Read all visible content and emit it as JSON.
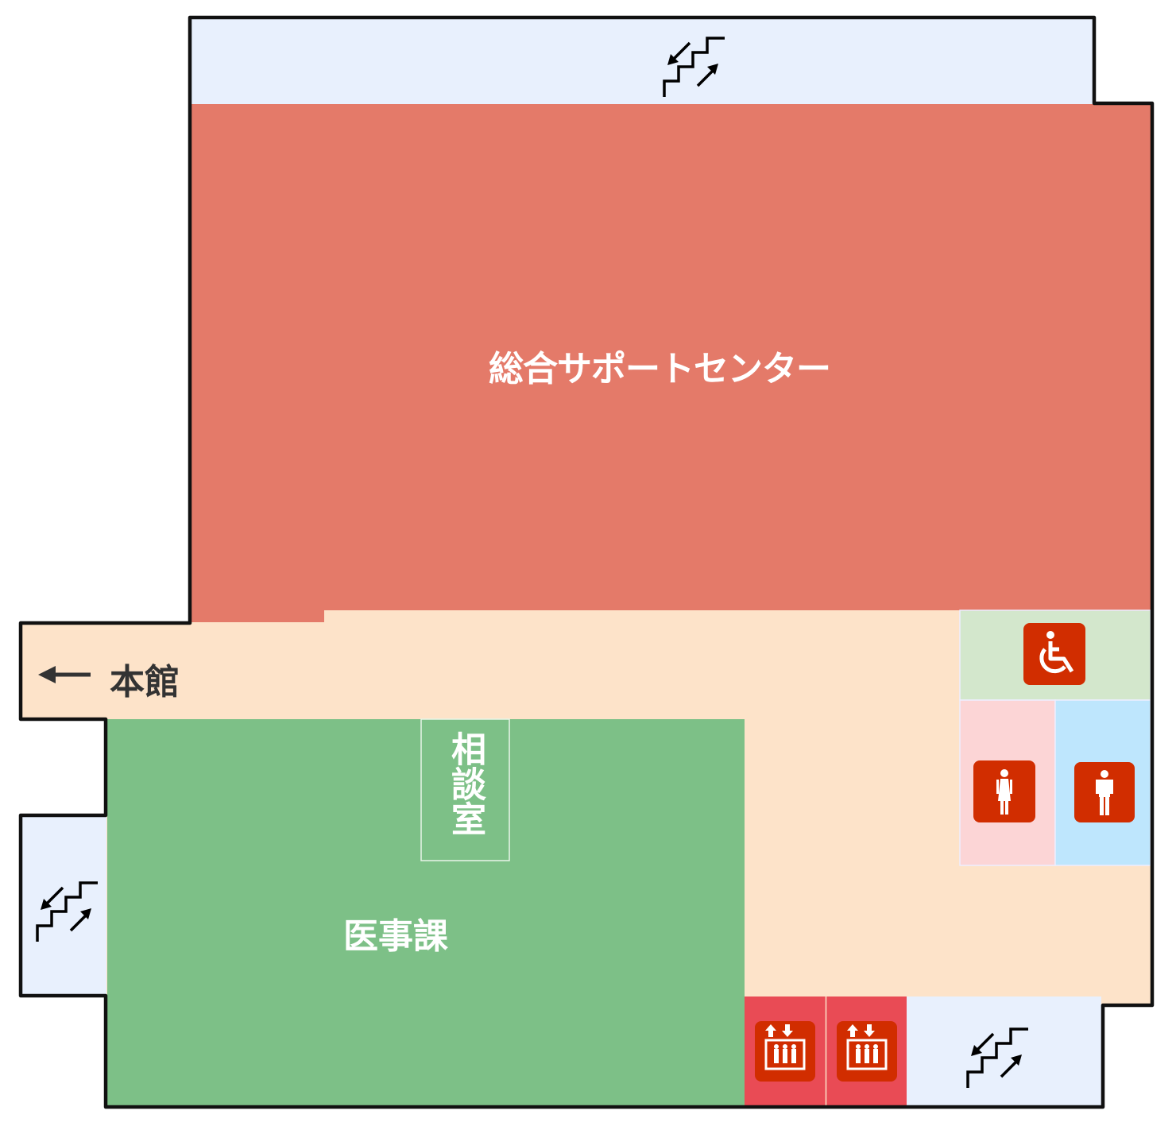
{
  "map": {
    "rooms": {
      "support_center": "総合サポートセンター",
      "medical_affairs": "医事課",
      "consultation_room": "相談室"
    },
    "directions": {
      "main_building": "本館",
      "main_building_arrow": "left-arrow-icon"
    },
    "facilities": [
      "stairs-icon",
      "stairs-icon",
      "stairs-icon",
      "accessible-toilet-icon",
      "womens-toilet-icon",
      "mens-toilet-icon",
      "elevator-icon",
      "elevator-icon"
    ],
    "colors": {
      "support_center": "#e47a69",
      "medical_affairs": "#7dc087",
      "corridor": "#fde3c9",
      "stairs": "#e8f0fd",
      "accessible_toilet": "#d3e7cc",
      "womens_toilet": "#fcd5d6",
      "mens_toilet": "#bee6fd",
      "elevator": "#e94b55",
      "icon_bg": "#d12d00"
    }
  }
}
